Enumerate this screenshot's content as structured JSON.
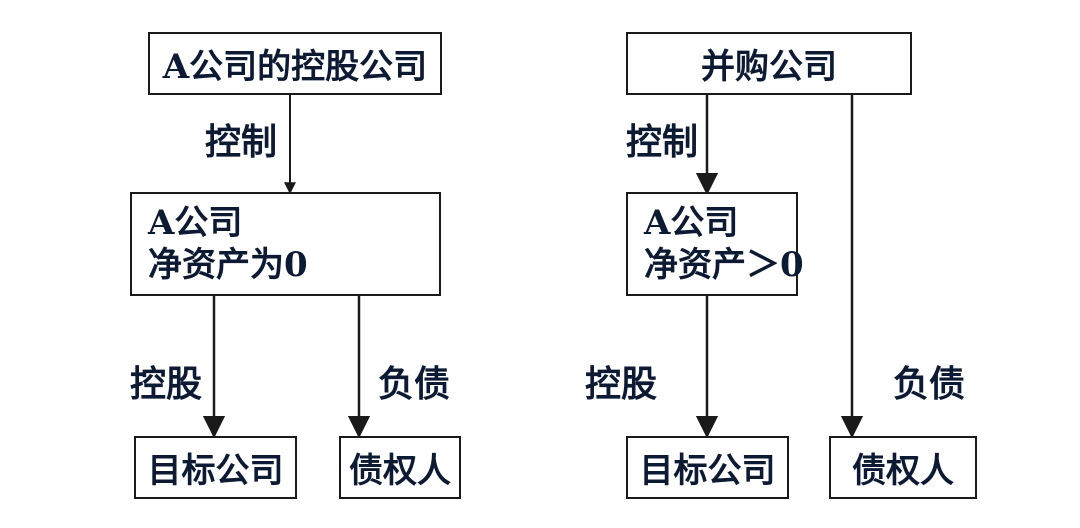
{
  "left": {
    "top_box": "A公司的控股公司",
    "control_label": "控制",
    "middle_box": {
      "line1": "A公司",
      "line2": "净资产为0"
    },
    "holding_label": "控股",
    "debt_label": "负债",
    "target_box": "目标公司",
    "creditor_box": "债权人"
  },
  "right": {
    "top_box": "并购公司",
    "control_label": "控制",
    "middle_box": {
      "line1": "A公司",
      "line2": "净资产＞0"
    },
    "holding_label": "控股",
    "debt_label": "负债",
    "target_box": "目标公司",
    "creditor_box": "债权人"
  },
  "colors": {
    "text": "#0d1a33",
    "border": "#1a1a1a",
    "arrow": "#1a1a1a"
  }
}
